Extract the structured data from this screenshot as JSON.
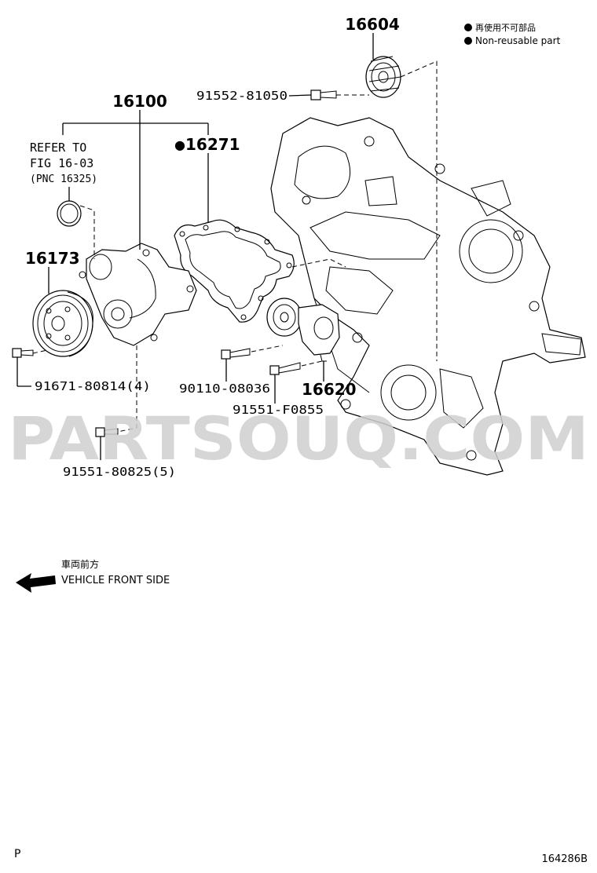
{
  "legend": {
    "jp": "再使用不可部品",
    "en": "Non-reusable part"
  },
  "watermark": "PARTSOUQ.COM",
  "parts": {
    "p16604": "16604",
    "p91552": "91552-81050",
    "p16100": "16100",
    "p16271": "16271",
    "p16271_bullet": "●",
    "refer_line1": "REFER TO",
    "refer_line2": "FIG 16-03",
    "refer_line3": "(PNC 16325)",
    "p16173": "16173",
    "p91671": "91671-80814(4)",
    "p90110": "90110-08036",
    "p16620": "16620",
    "p91551f": "91551-F0855",
    "p91551_8": "91551-80825(5)"
  },
  "direction": {
    "jp": "車両前方",
    "en": "VEHICLE FRONT SIDE"
  },
  "corner": {
    "left": "P",
    "right": "164286B"
  }
}
